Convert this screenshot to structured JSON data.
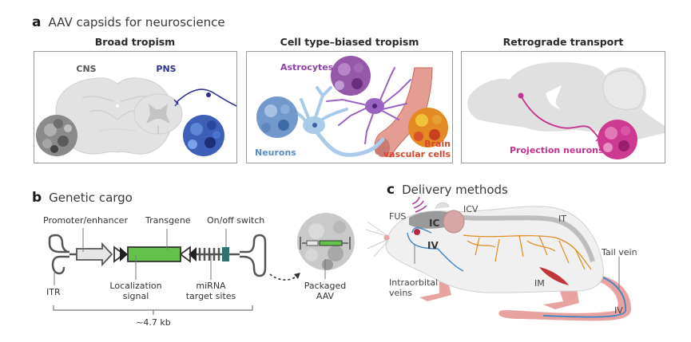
{
  "section_a": {
    "letter": "a",
    "title": "AAV capsids for neuroscience",
    "panels": [
      {
        "heading": "Broad tropism",
        "labels": {
          "cns": "CNS",
          "pns": "PNS"
        }
      },
      {
        "heading": "Cell type–biased tropism",
        "labels": {
          "astrocytes": "Astrocytes",
          "neurons": "Neurons",
          "brain_vascular_1": "Brain",
          "brain_vascular_2": "vascular cells"
        }
      },
      {
        "heading": "Retrograde transport",
        "labels": {
          "projection_neurons": "Projection neurons"
        }
      }
    ]
  },
  "section_b": {
    "letter": "b",
    "title": "Genetic cargo",
    "labels": {
      "promoter": "Promoter/enhancer",
      "transgene": "Transgene",
      "switch": "On/off switch",
      "itr": "ITR",
      "localization_1": "Localization",
      "localization_2": "signal",
      "mirna_1": "miRNA",
      "mirna_2": "target sites",
      "size": "~4.7 kb",
      "packaged_1": "Packaged",
      "packaged_2": "AAV"
    }
  },
  "section_c": {
    "letter": "c",
    "title": "Delivery methods",
    "labels": {
      "fus": "FUS",
      "icv": "ICV",
      "ic": "IC",
      "it": "IT",
      "iv_head": "IV",
      "intraorbital_1": "Intraorbital",
      "intraorbital_2": "veins",
      "im": "IM",
      "tail_vein": "Tail vein",
      "iv_tail": "IV"
    }
  },
  "colors": {
    "pns": "#2e3192",
    "astrocytes": "#8e3fa6",
    "neurons": "#5b8cc6",
    "vascular": "#d4452b",
    "projection": "#c4338f",
    "transgene": "#62c24a",
    "switch": "#2d7470",
    "nerves": "#e08a1e",
    "vein": "#3b86c4",
    "muscle": "#c0363a",
    "tail": "#e8a3a0",
    "fus": "#b0479a"
  }
}
